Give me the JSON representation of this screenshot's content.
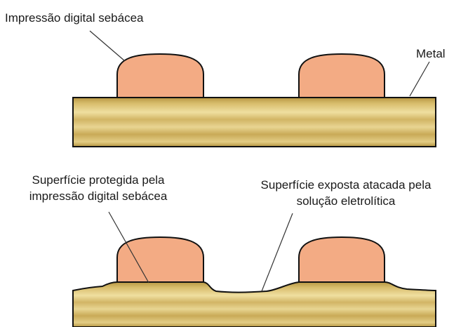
{
  "labels": {
    "top_fingerprint": "Impressão digital sebácea",
    "top_metal": "Metal",
    "bottom_protected_line1": "Superfície protegida pela",
    "bottom_protected_line2": "impressão digital sebácea",
    "bottom_exposed_line1": "Superfície exposta atacada pela",
    "bottom_exposed_line2": "solução eletrolítica"
  },
  "colors": {
    "deposit_fill": "#f3ab84",
    "metal_light": "#efe0a2",
    "metal_mid": "#d9bf6e",
    "metal_dark": "#b2903c",
    "outline": "#111111",
    "leader_line": "#333333"
  }
}
